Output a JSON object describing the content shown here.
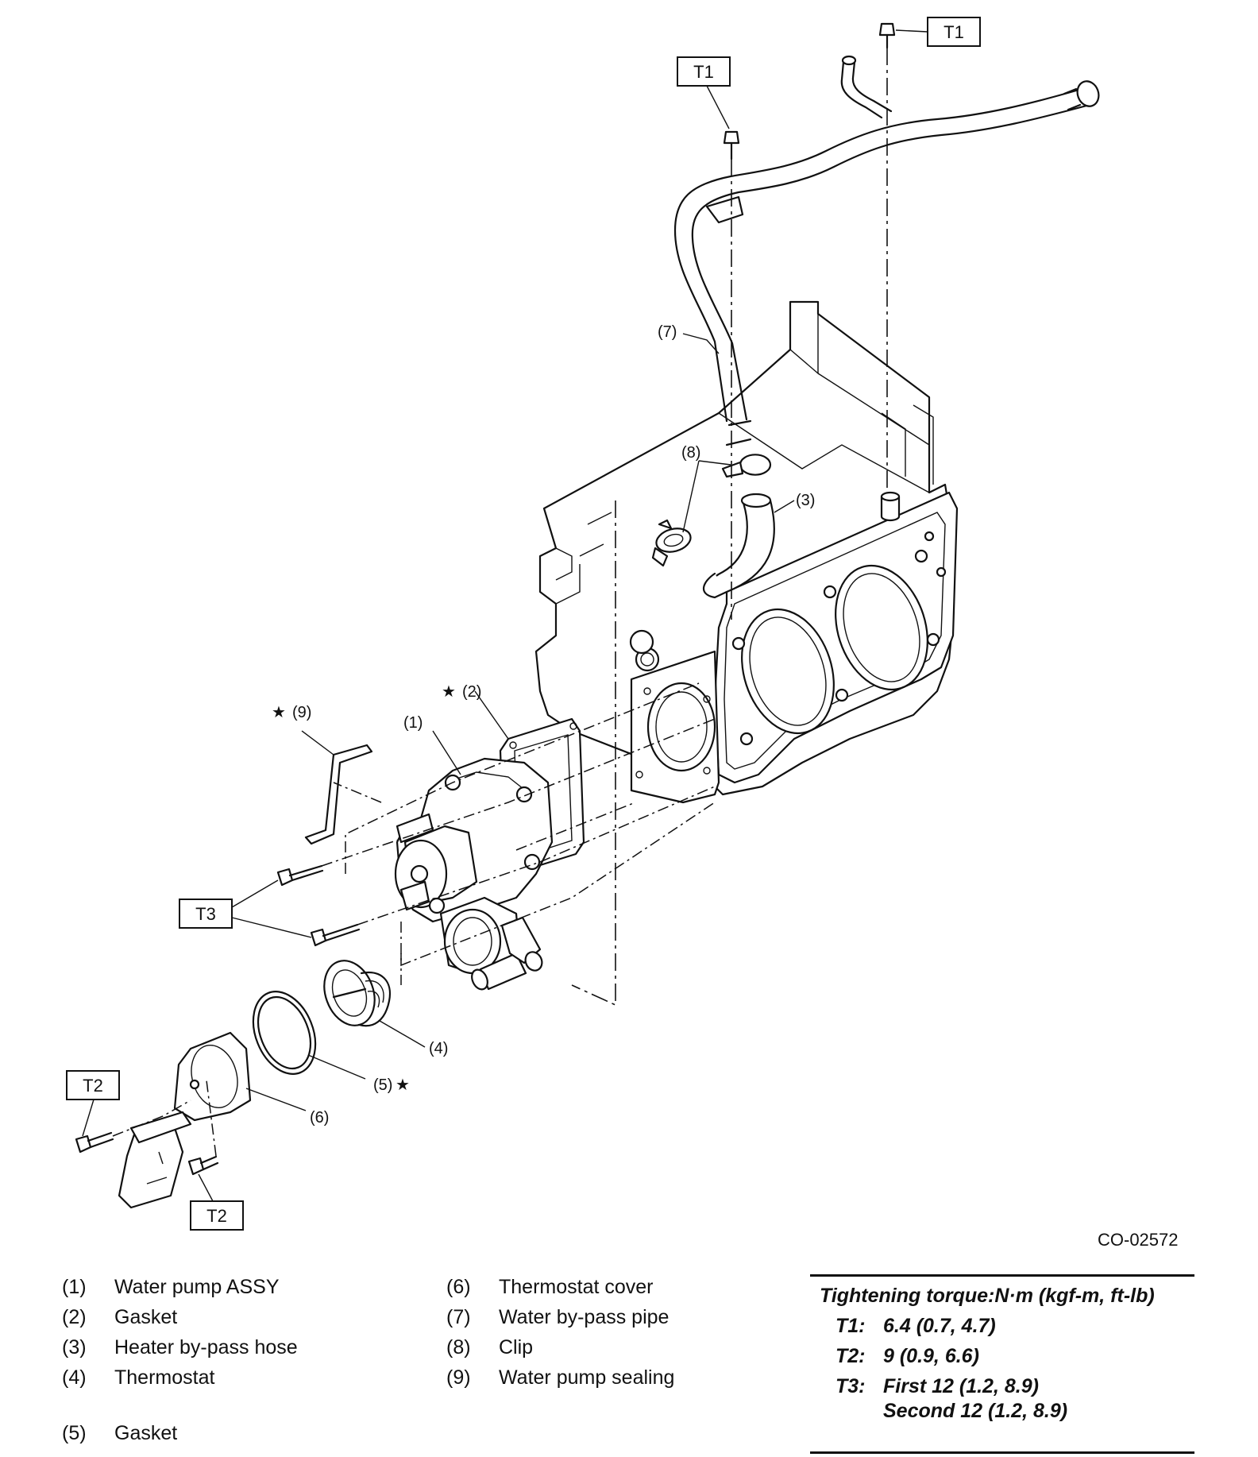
{
  "figure_code": "CO-02572",
  "callouts": {
    "p1": "(1)",
    "p2": "(2)",
    "p3": "(3)",
    "p4": "(4)",
    "p5": "(5)",
    "p6": "(6)",
    "p7": "(7)",
    "p8": "(8)",
    "p9": "(9)",
    "star": "★"
  },
  "torque_boxes": {
    "t1": "T1",
    "t2": "T2",
    "t3": "T3"
  },
  "legend": {
    "left": [
      {
        "num": "(1)",
        "label": "Water pump ASSY"
      },
      {
        "num": "(2)",
        "label": "Gasket"
      },
      {
        "num": "(3)",
        "label": "Heater by-pass hose"
      },
      {
        "num": "(4)",
        "label": "Thermostat"
      },
      {
        "num": "(5)",
        "label": "Gasket"
      }
    ],
    "right": [
      {
        "num": "(6)",
        "label": "Thermostat cover"
      },
      {
        "num": "(7)",
        "label": "Water by-pass pipe"
      },
      {
        "num": "(8)",
        "label": "Clip"
      },
      {
        "num": "(9)",
        "label": "Water pump sealing"
      }
    ]
  },
  "torque_table": {
    "title": "Tightening torque:N·m (kgf-m, ft-lb)",
    "rows": [
      {
        "label": "T1:",
        "value": "6.4 (0.7, 4.7)"
      },
      {
        "label": "T2:",
        "value": "9 (0.9, 6.6)"
      },
      {
        "label": "T3:",
        "value": "First 12 (1.2, 8.9)"
      },
      {
        "label": "",
        "value": "Second 12 (1.2, 8.9)"
      }
    ]
  }
}
